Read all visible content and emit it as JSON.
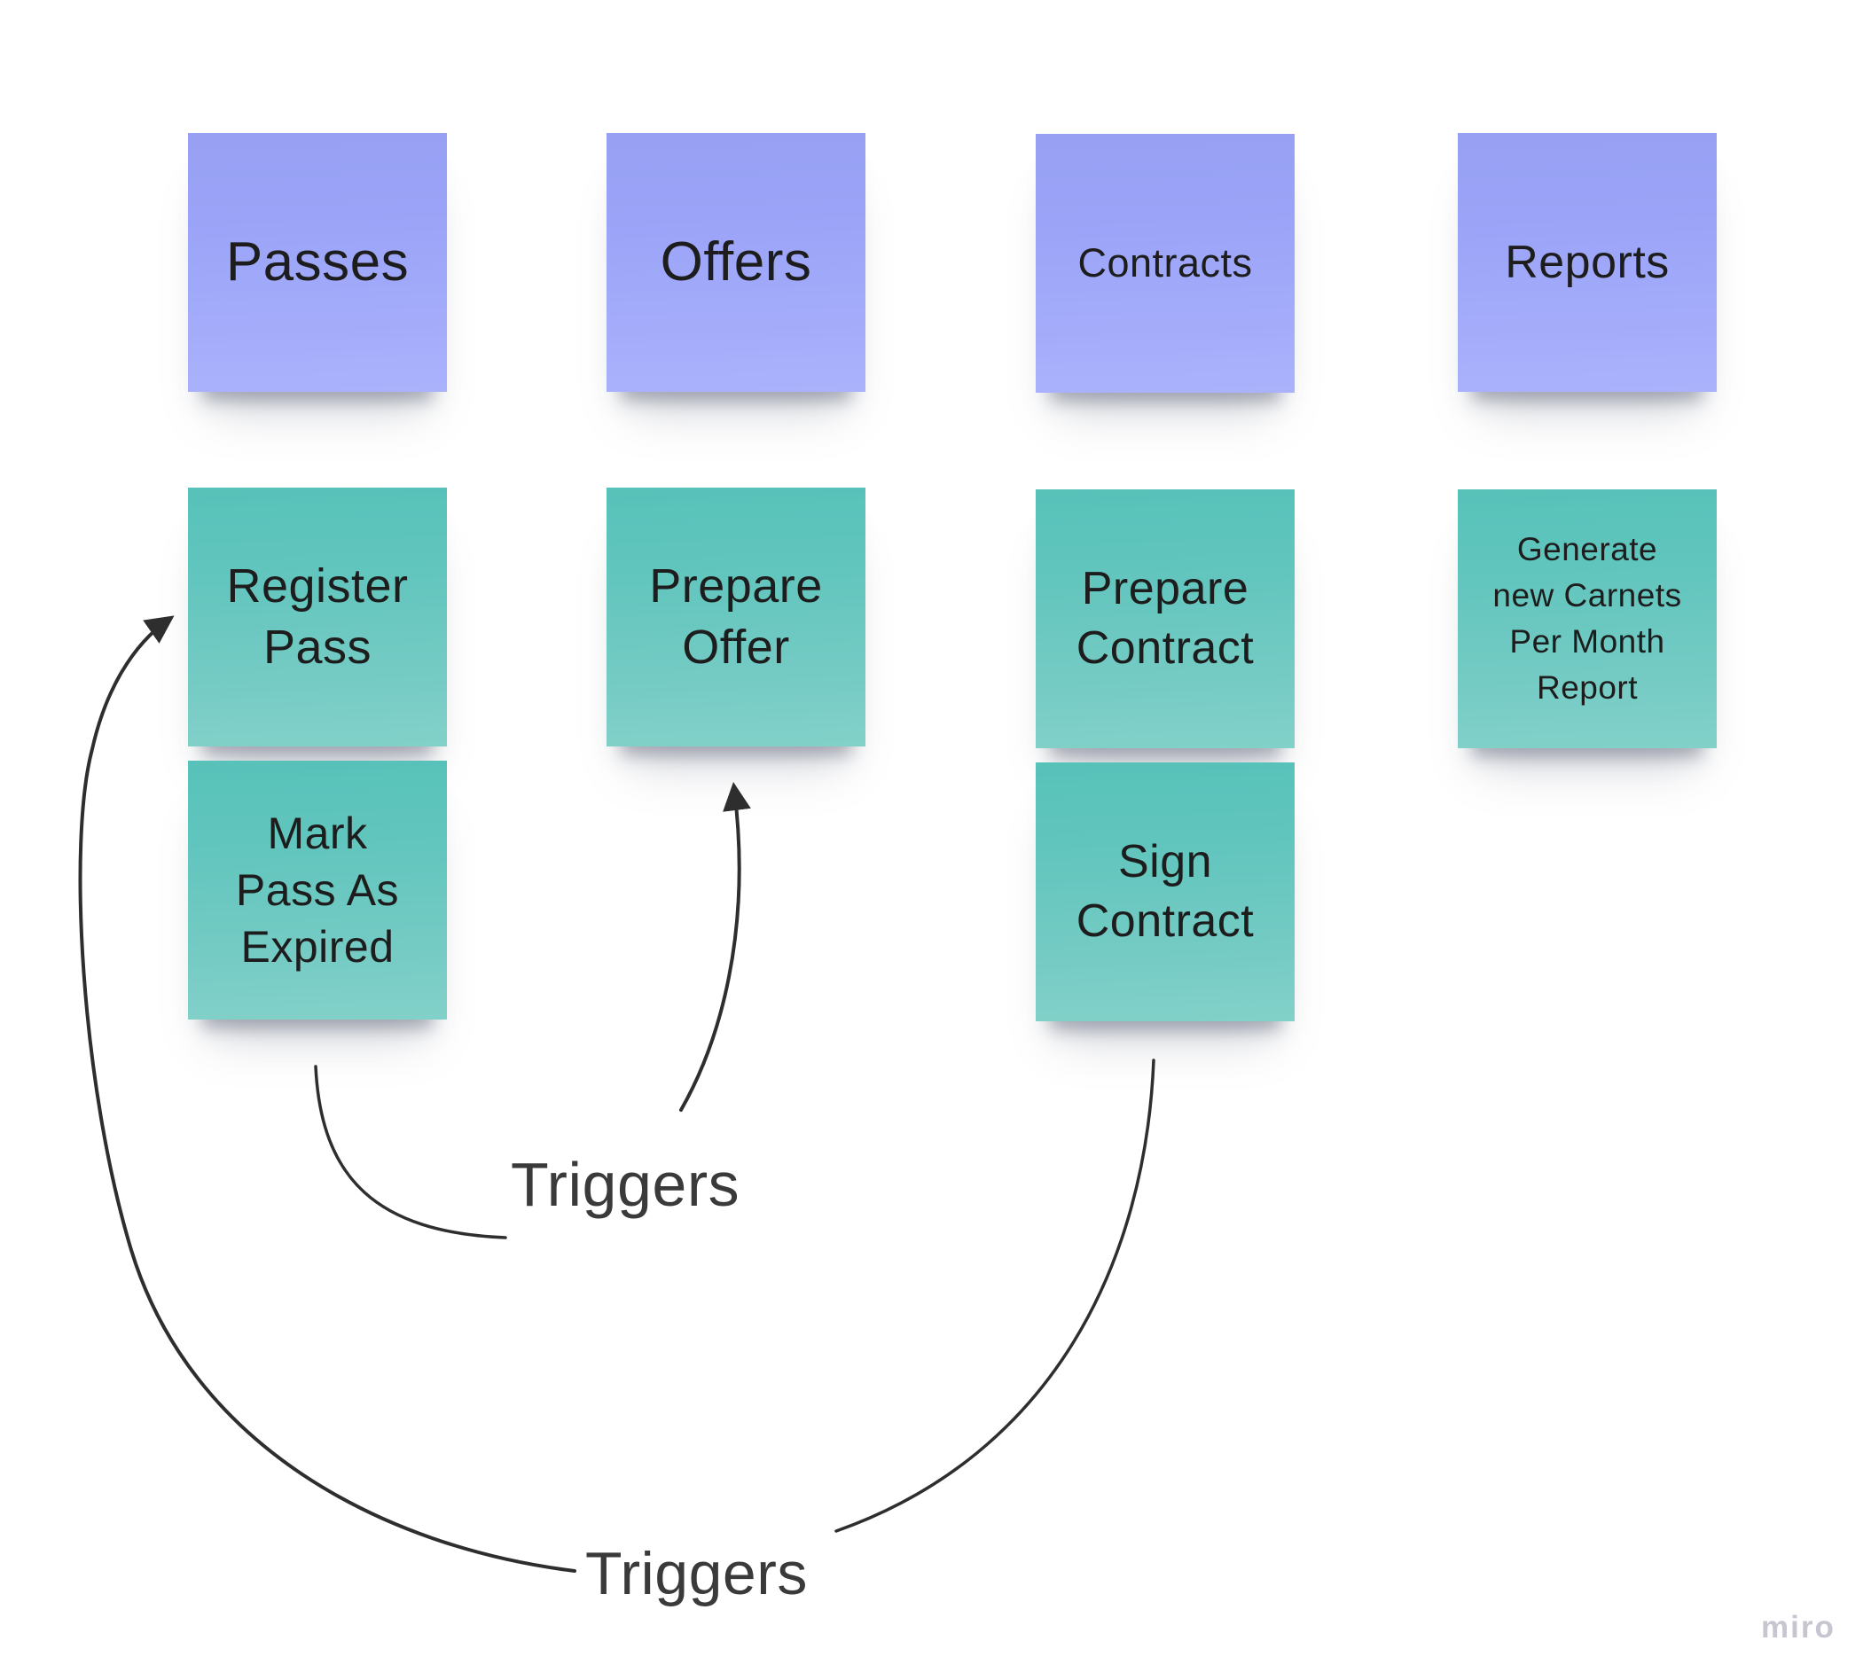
{
  "board": {
    "tool": "miro-whiteboard",
    "colors": {
      "category_note": "#9aa3f7",
      "action_note": "#63c6be",
      "note_text": "#1d1d1d",
      "connector": "#2e2e2e",
      "label_text": "#3a3a3a",
      "watermark": "#c7c5d0",
      "background": "#ffffff"
    },
    "notes": {
      "passes": "Passes",
      "offers": "Offers",
      "contracts": "Contracts",
      "reports": "Reports",
      "register_pass": "Register\nPass",
      "prepare_offer": "Prepare\nOffer",
      "prepare_contract": "Prepare\nContract",
      "generate_report": "Generate\nnew Carnets\nPer Month\nReport",
      "mark_pass_expired": "Mark\nPass As\nExpired",
      "sign_contract": "Sign\nContract"
    },
    "labels": {
      "triggers_register": "Triggers",
      "triggers_offer": "Triggers"
    },
    "watermark": "miro"
  }
}
